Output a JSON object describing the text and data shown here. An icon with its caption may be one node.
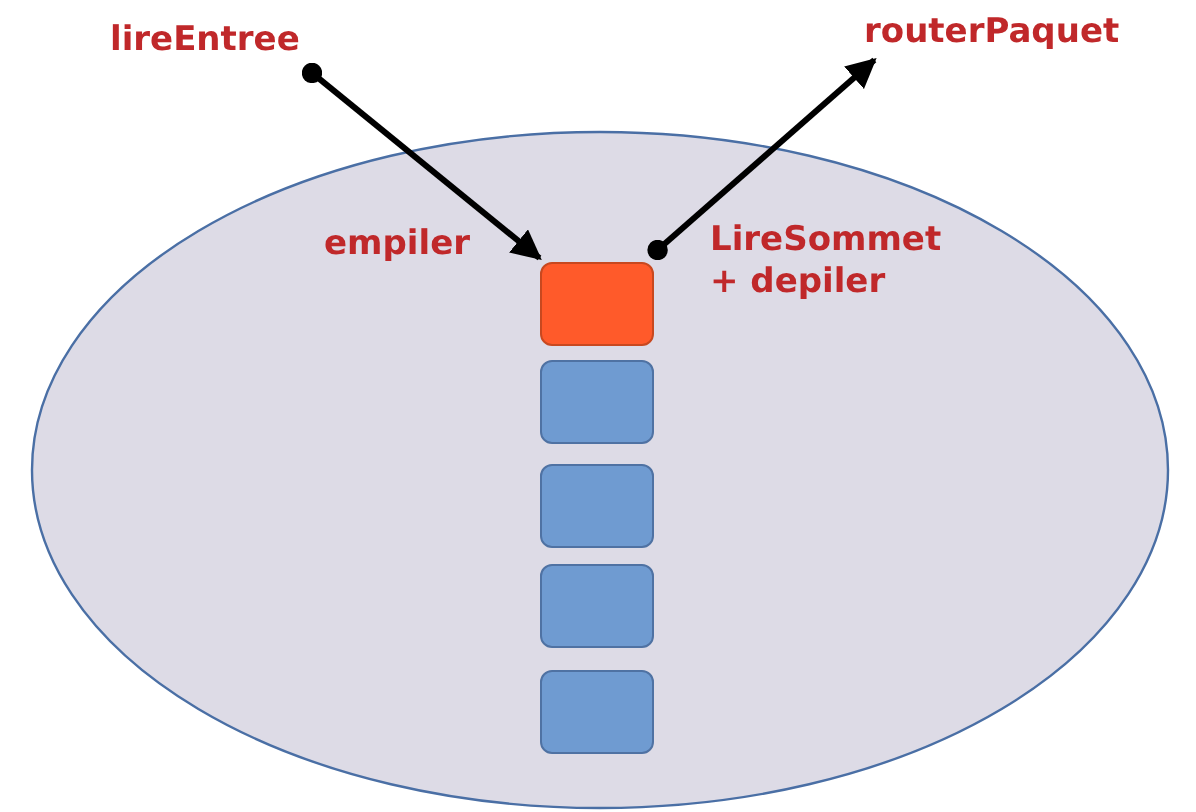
{
  "diagram": {
    "nodes": [
      {
        "text": [
          "lireEntree"
        ]
      },
      {
        "text": [
          "routerPaquet"
        ]
      },
      {
        "text": [],
        "shape": "ellipse"
      },
      {
        "text": [],
        "shape": "box",
        "in": 2
      },
      {
        "text": [],
        "shape": "box",
        "in": 2
      },
      {
        "text": [],
        "shape": "box",
        "in": 2
      },
      {
        "text": [],
        "shape": "box",
        "in": 2
      },
      {
        "text": [],
        "shape": "box",
        "in": 2
      }
    ],
    "edges": [
      {
        "from": 0,
        "to": 3,
        "arrow": "to",
        "label": "empiler"
      },
      {
        "from": 3,
        "to": 1,
        "arrow": "to",
        "label": "LireSommet + depiler"
      }
    ]
  }
}
